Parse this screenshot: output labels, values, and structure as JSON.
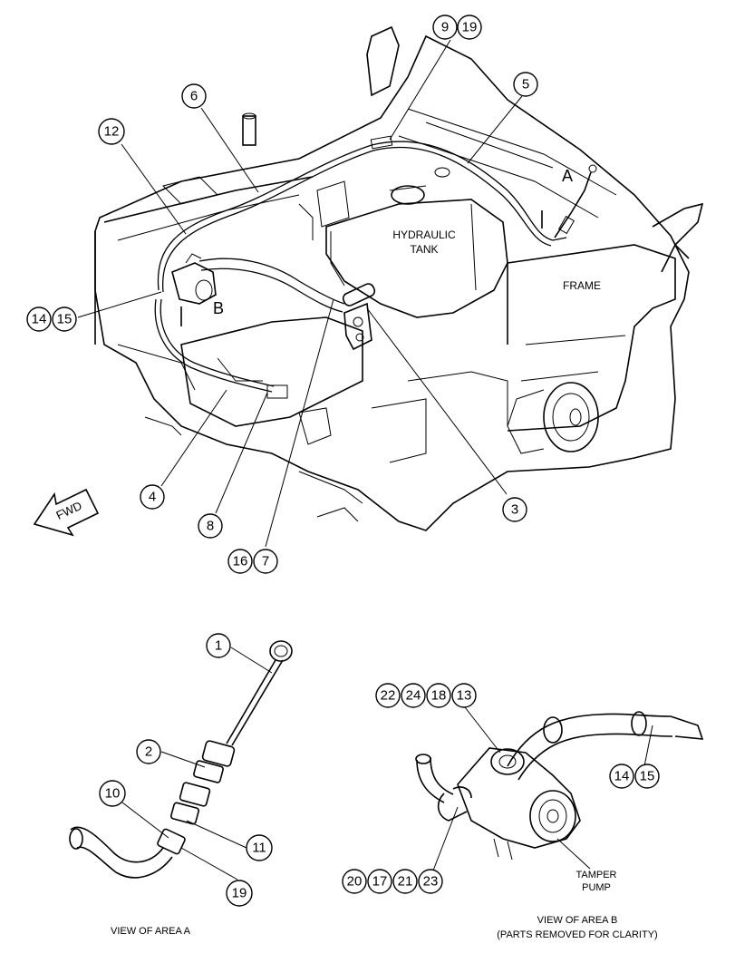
{
  "main_view": {
    "labels": {
      "hydraulic_tank_line1": "HYDRAULIC",
      "hydraulic_tank_line2": "TANK",
      "frame": "FRAME",
      "area_a": "A",
      "area_b": "B",
      "fwd": "FWD"
    },
    "callouts": {
      "c9": "9",
      "c19": "19",
      "c5": "5",
      "c6": "6",
      "c12": "12",
      "c14": "14",
      "c15": "15",
      "c3": "3",
      "c4": "4",
      "c8": "8",
      "c16": "16",
      "c7": "7"
    }
  },
  "view_a": {
    "caption": "VIEW OF AREA A",
    "callouts": {
      "c1": "1",
      "c2": "2",
      "c10": "10",
      "c11": "11",
      "c19": "19"
    }
  },
  "view_b": {
    "caption_line1": "VIEW OF AREA B",
    "caption_line2": "(PARTS REMOVED FOR CLARITY)",
    "tamper_pump_line1": "TAMPER",
    "tamper_pump_line2": "PUMP",
    "callouts": {
      "c22": "22",
      "c24": "24",
      "c18": "18",
      "c13": "13",
      "c14": "14",
      "c15": "15",
      "c20": "20",
      "c17": "17",
      "c21": "21",
      "c23": "23"
    }
  }
}
